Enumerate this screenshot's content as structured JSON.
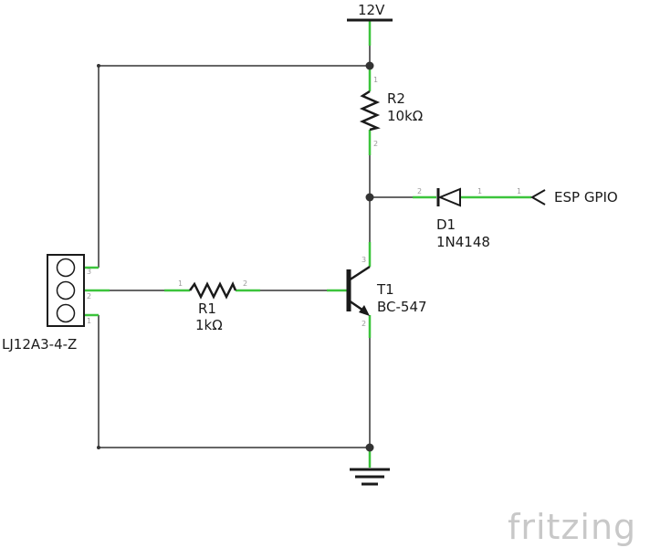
{
  "power": {
    "label": "12V"
  },
  "r2": {
    "ref": "R2",
    "value": "10kΩ",
    "pin_a": "1",
    "pin_b": "2"
  },
  "d1": {
    "ref": "D1",
    "value": "1N4148",
    "pin_a": "2",
    "pin_b": "1"
  },
  "esp": {
    "label": "ESP GPIO",
    "pin": "1"
  },
  "t1": {
    "ref": "T1",
    "value": "BC-547",
    "pin_c": "3",
    "pin_e": "2"
  },
  "r1": {
    "ref": "R1",
    "value": "1kΩ",
    "pin_a": "1",
    "pin_b": "2"
  },
  "connector": {
    "ref": "LJ12A3-4-Z",
    "pins": [
      "3",
      "2",
      "1"
    ]
  },
  "brand": "fritzing",
  "colors": {
    "wire": "#333333",
    "pin": "#3cc43c",
    "node": "#333333",
    "brand": "#c8c8c8"
  }
}
